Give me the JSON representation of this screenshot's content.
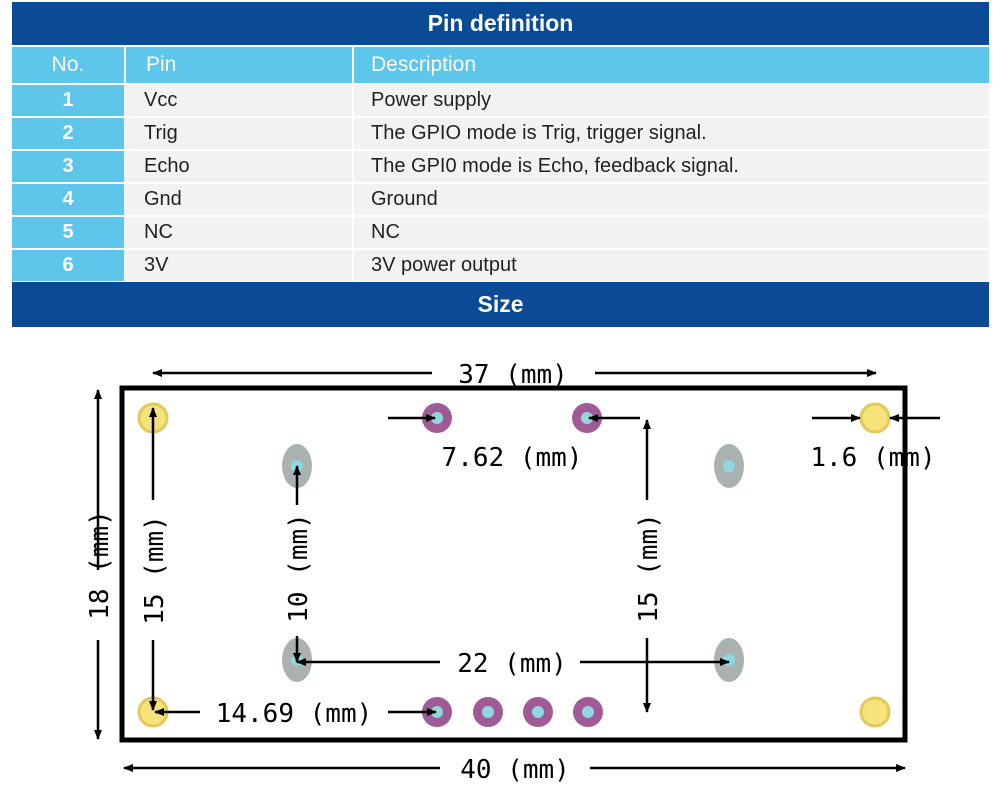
{
  "header": {
    "title": "Pin definition"
  },
  "table": {
    "columns": [
      "No.",
      "Pin",
      "Description"
    ],
    "rows": [
      {
        "no": "1",
        "pin": "Vcc",
        "description": "Power supply"
      },
      {
        "no": "2",
        "pin": "Trig",
        "description": "The GPIO mode is Trig, trigger signal."
      },
      {
        "no": "3",
        "pin": "Echo",
        "description": "The GPI0 mode is Echo, feedback signal."
      },
      {
        "no": "4",
        "pin": "Gnd",
        "description": "Ground"
      },
      {
        "no": "5",
        "pin": "NC",
        "description": "NC"
      },
      {
        "no": "6",
        "pin": "3V",
        "description": "3V power output"
      }
    ]
  },
  "size_section": {
    "title": "Size"
  },
  "dimensions": {
    "width_outer": "40 (mm)",
    "width_inner": "37 (mm)",
    "height_outer": "18 (mm)",
    "height_left": "15 (mm)",
    "height_transducer": "10 (mm)",
    "height_right": "15 (mm)",
    "pin_pitch": "7.62 (mm)",
    "hole_size": "1.6 (mm)",
    "transducer_spacing": "22 (mm)",
    "hole_to_pin": "14.69 (mm)"
  },
  "colors": {
    "header_bar": "#0b4a95",
    "table_accent": "#5ec6ea",
    "row_background": "#f2f2f2",
    "mounting_hole": "#f6e37a",
    "pin_pad": "#a05a96",
    "transducer_pad": "#8fc6c9"
  }
}
